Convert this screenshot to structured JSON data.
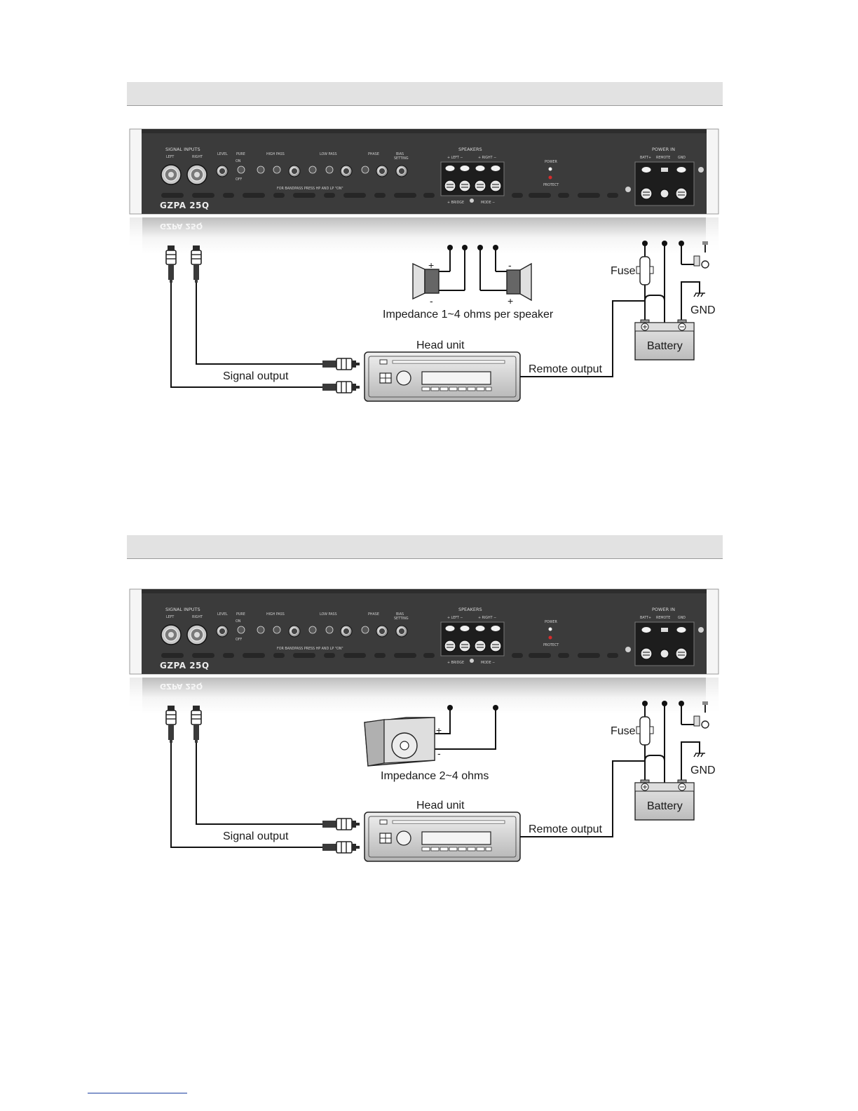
{
  "amplifier": {
    "model": "GZPA 25Q",
    "signal_inputs": "SIGNAL INPUTS",
    "left": "LEFT",
    "right": "RIGHT",
    "level": "LEVEL",
    "pure": "PURE",
    "high_pass": "HIGH PASS",
    "low_pass": "LOW PASS",
    "phase": "PHASE",
    "bias": "BIAS",
    "setting": "SETTING",
    "speakers": "SPEAKERS",
    "left_ch": "+ LEFT −",
    "right_ch": "+ RIGHT −",
    "bridge": "+ BRIDGE",
    "mode": "MODE −",
    "power_led": "POWER",
    "protect_led": "PROTECT",
    "power_in": "POWER IN",
    "batt": "BATT+",
    "remote": "REMOTE",
    "gnd": "GND",
    "on": "ON",
    "off": "OFF",
    "bandpass_note": "FOR BANDPASS PRESS HP AND LP \"ON\""
  },
  "diagram1": {
    "impedance": "Impedance 1~4 ohms per speaker",
    "plus": "+",
    "minus": "-"
  },
  "diagram2": {
    "impedance": "Impedance 2~4 ohms",
    "plus": "+",
    "minus": "-"
  },
  "common": {
    "fuse": "Fuse",
    "gnd": "GND",
    "battery": "Battery",
    "head_unit": "Head unit",
    "signal_output": "Signal output",
    "remote_output": "Remote output"
  },
  "colors": {
    "amp_panel": "#3b3b3b",
    "section_bar": "#e2e2e2",
    "wire": "#111111",
    "protect_led": "#d62b2b"
  }
}
